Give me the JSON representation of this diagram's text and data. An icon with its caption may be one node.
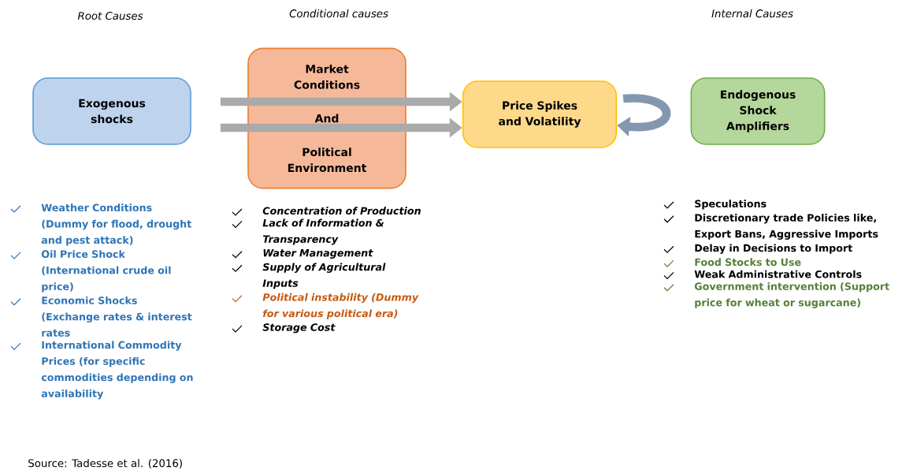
{
  "diagram": {
    "nodes": [
      {
        "text": [
          "Exogenous shocks"
        ]
      },
      {
        "text": [
          "Market Conditions",
          "And",
          "Political Environment"
        ]
      },
      {
        "text": [
          "Price Spikes and Volatility"
        ]
      },
      {
        "text": [
          "Endogenous Shock Amplifiers"
        ]
      }
    ],
    "edges": [
      {
        "from": null,
        "to": 2,
        "arrow": "to"
      },
      {
        "from": null,
        "to": 2,
        "arrow": "to"
      },
      {
        "from": null,
        "to": 2,
        "arrow": "to"
      }
    ],
    "labels": [
      "Root Causes",
      "Conditional causes",
      "Internal Causes",
      "Weather Conditions (Dummy for flood, drought and pest attack)",
      "Oil Price Shock (International crude oil price)",
      "Economic Shocks (Exchange rates & interest rates",
      "International Commodity Prices (for specific commodities depending on availability",
      "Concentration of Production",
      "Lack of Information & Transparency",
      "Water Management",
      "Supply of Agricultural Inputs",
      "Political instability (Dummy for various political era)",
      "Storage Cost",
      "Speculations",
      "Discretionary trade Policies like, Export Bans, Aggressive Imports",
      "Delay in Decisions to Import",
      "Food Stocks to Use",
      "Weak Administrative Controls",
      "Government intervention (Support price for wheat or sugarcane)",
      "Source: Tadesse et al. (2016)"
    ]
  }
}
